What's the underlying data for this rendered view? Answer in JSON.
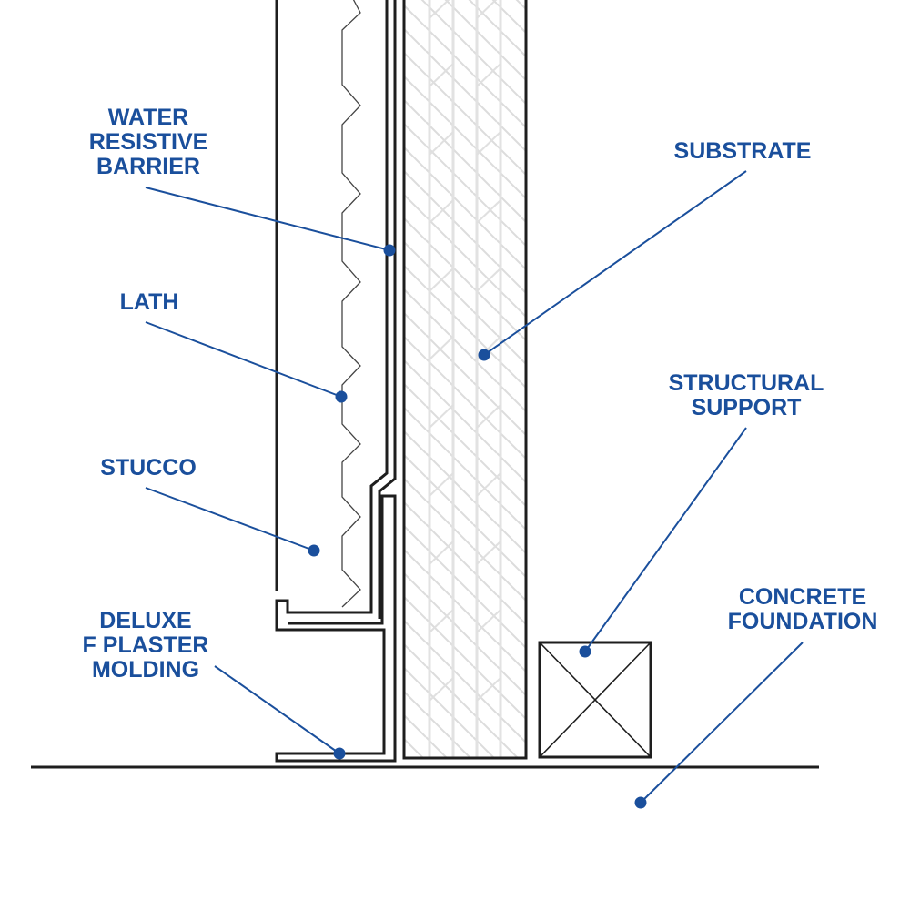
{
  "diagram": {
    "title": "Stucco wall base detail with plaster molding",
    "colors": {
      "label": "#1a4f9c",
      "leader": "#1a4f9c",
      "linework": "#1e1e1e",
      "hatch": "#dcdcdc"
    },
    "labels": {
      "water_resistive_barrier": [
        "WATER",
        "RESISTIVE",
        "BARRIER"
      ],
      "lath": [
        "LATH"
      ],
      "stucco": [
        "STUCCO"
      ],
      "deluxe_f_plaster_molding": [
        "DELUXE",
        "F PLASTER",
        "MOLDING"
      ],
      "substrate": [
        "SUBSTRATE"
      ],
      "structural_support": [
        "STRUCTURAL",
        "SUPPORT"
      ],
      "concrete_foundation": [
        "CONCRETE",
        "FOUNDATION"
      ]
    }
  }
}
